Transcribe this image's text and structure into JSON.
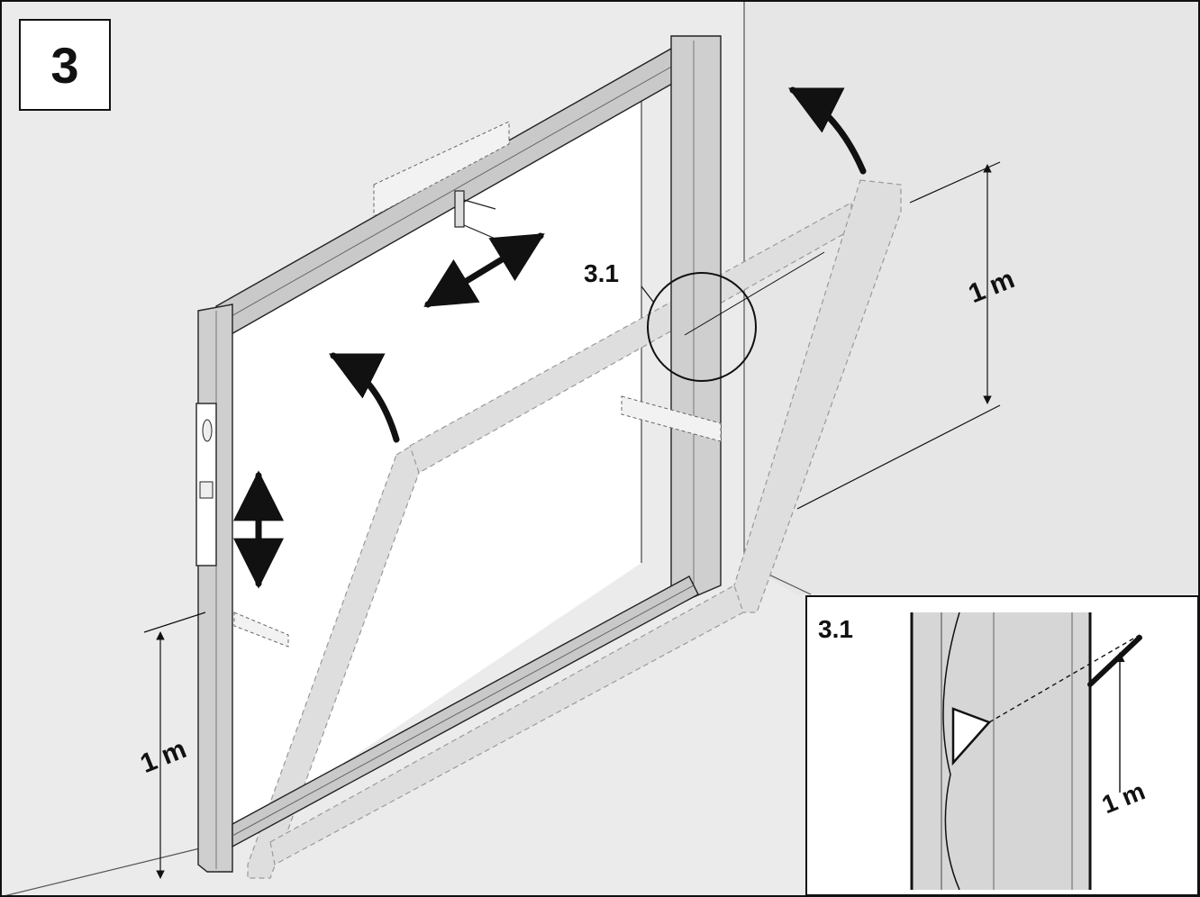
{
  "step": {
    "number": "3"
  },
  "callout": {
    "label": "3.1"
  },
  "inset": {
    "label": "3.1",
    "dimension": "1 m"
  },
  "dimensions": {
    "left": "1 m",
    "right": "1 m"
  },
  "colors": {
    "wall": "#ebebeb",
    "frame_metal": "#c9c9c9",
    "frame_dark": "#9a9a9a",
    "ghost": "#dcdcdc",
    "outline": "#1a1a1a"
  }
}
